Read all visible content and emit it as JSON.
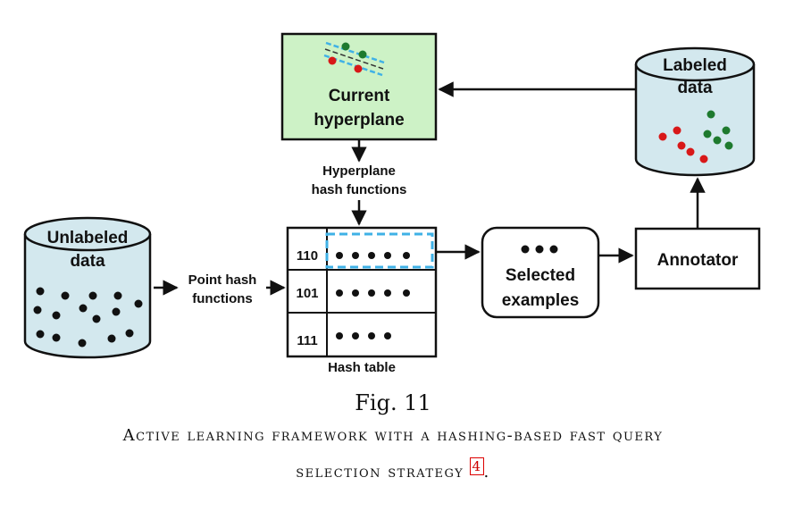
{
  "diagram": {
    "current_hyperplane": [
      "Current",
      "hyperplane"
    ],
    "labeled_data": [
      "Labeled",
      "data"
    ],
    "unlabeled_data": [
      "Unlabeled",
      "data"
    ],
    "hyperplane_hash_functions": [
      "Hyperplane",
      "hash functions"
    ],
    "point_hash_functions": [
      "Point hash",
      "functions"
    ],
    "hash_table": {
      "label": "Hash table",
      "rows": [
        {
          "key": "110",
          "dots": 5,
          "highlighted": true
        },
        {
          "key": "101",
          "dots": 5,
          "highlighted": false
        },
        {
          "key": "111",
          "dots": 4,
          "highlighted": false
        }
      ]
    },
    "selected_examples": [
      "Selected",
      "examples"
    ],
    "annotator": "Annotator"
  },
  "caption": {
    "fig_label": "Fig. 11",
    "line1": "Active learning framework with a hashing-based fast query",
    "line2": "selection strategy",
    "citation": "4",
    "period": "."
  },
  "colors": {
    "hyperplane_fill": "#cdf2c6",
    "cylinder_fill": "#d3e8ee",
    "highlight_dashes": "#3fb1e6",
    "positive_dot": "#1e7a2e",
    "negative_dot": "#d81818"
  }
}
